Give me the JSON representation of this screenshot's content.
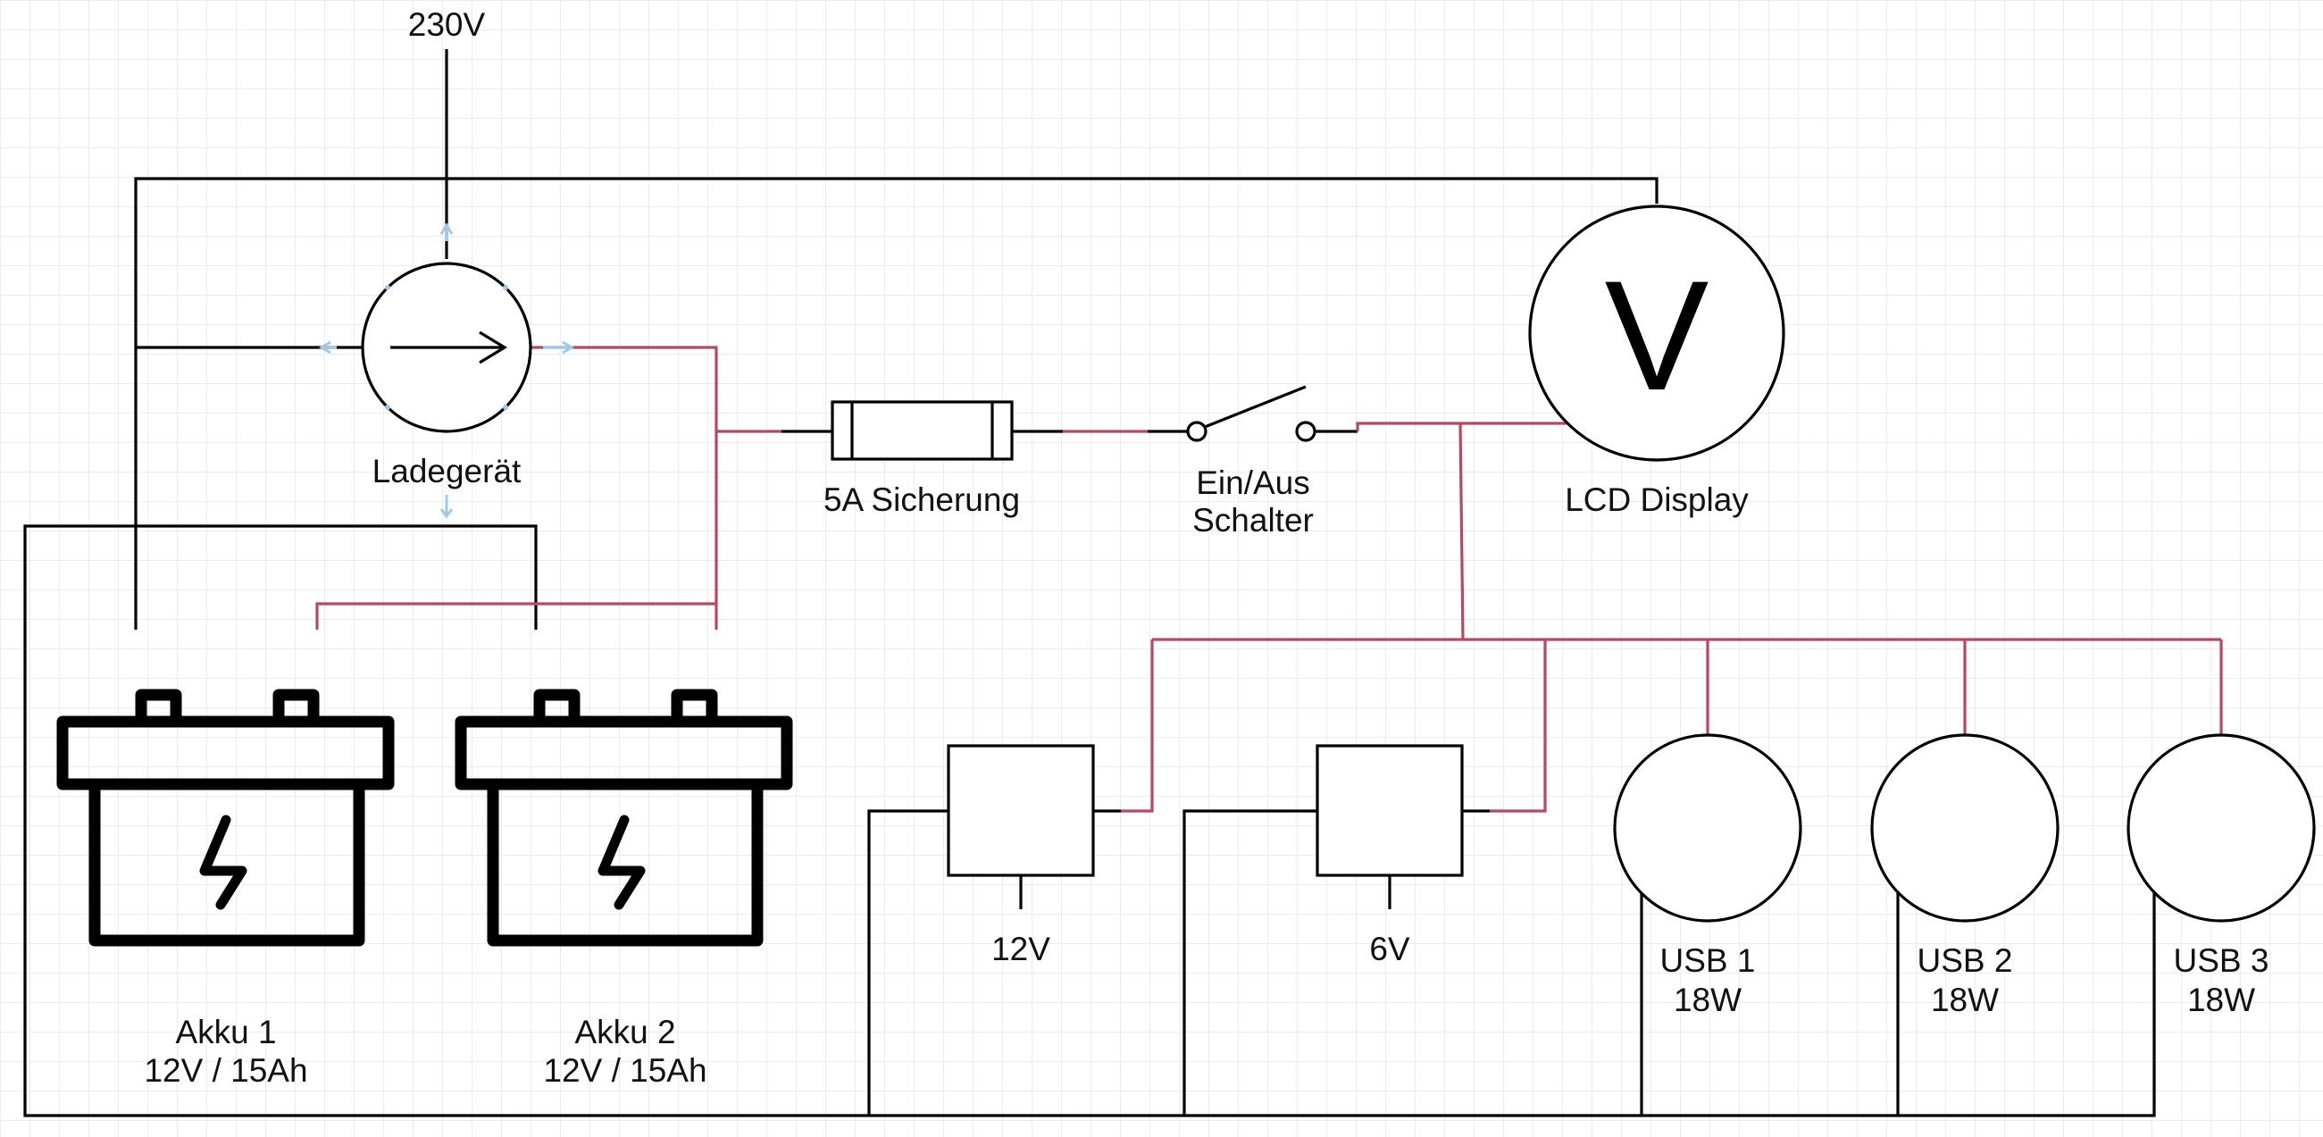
{
  "labels": {
    "mains": "230V",
    "charger": "Ladegerät",
    "fuse": "5A Sicherung",
    "switch_line1": "Ein/Aus",
    "switch_line2": "Schalter",
    "display_symbol": "V",
    "display": "LCD Display",
    "battery1_line1": "Akku 1",
    "battery1_line2": "12V / 15Ah",
    "battery2_line1": "Akku 2",
    "battery2_line2": "12V / 15Ah",
    "converter_12v": "12V",
    "converter_6v": "6V",
    "usb1_line1": "USB 1",
    "usb1_line2": "18W",
    "usb2_line1": "USB 2",
    "usb2_line2": "18W",
    "usb3_line1": "USB 3",
    "usb3_line2": "18W"
  },
  "colors": {
    "positive_wire": "#b8485f",
    "negative_wire": "#000000",
    "background": "#ffffff",
    "grid": "#ececec",
    "selection_handles": "#9ecae7"
  }
}
